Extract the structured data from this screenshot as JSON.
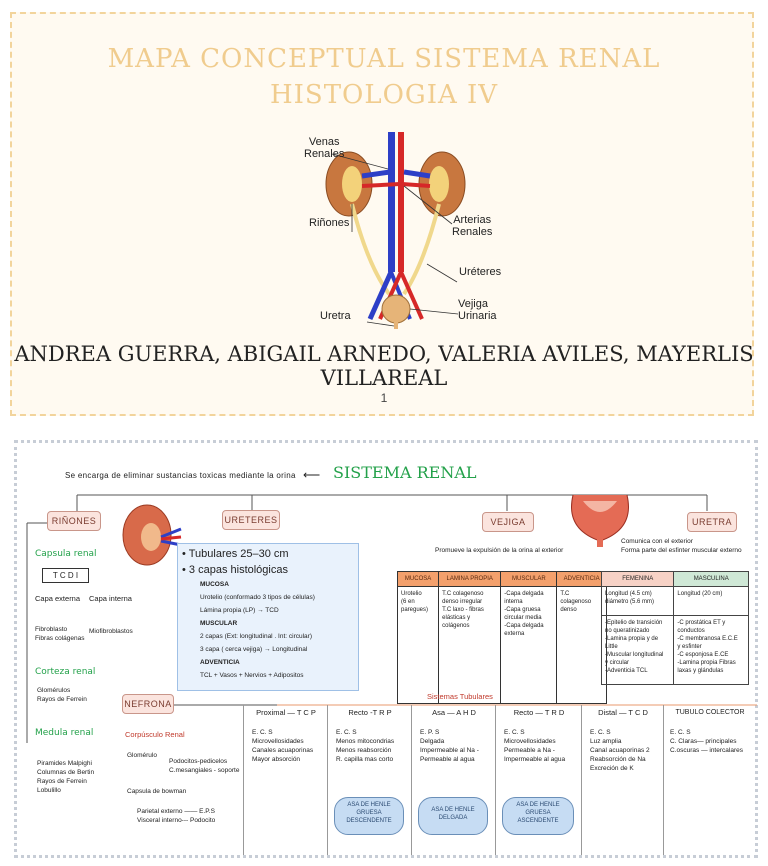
{
  "slide1": {
    "title_line1": "MAPA CONCEPTUAL SISTEMA RENAL",
    "title_line2": "HISTOLOGIA IV",
    "labels": {
      "venas": "Venas\nRenales",
      "rinones": "Riñones",
      "arterias": "Arterias\nRenales",
      "ureteres": "Uréteres",
      "vejiga": "Vejiga\nUrinaria",
      "uretra": "Uretra"
    },
    "authors": "ANDREA GUERRA, ABIGAIL ARNEDO, VALERIA AVILES, MAYERLIS VILLAREAL",
    "page_number": "1"
  },
  "slide2": {
    "subtitle": "Se encarga de eliminar sustancias toxicas mediante la orina",
    "title": "SISTEMA RENAL",
    "rinones": {
      "label": "RIÑONES",
      "capsula_title": "Capsula renal",
      "tcdi": "T C D I",
      "capa_externa": "Capa externa",
      "capa_interna": "Capa interna",
      "fibro": "Fibroblasto\nFibras colágenas",
      "mio": "Miofibroblastos",
      "corteza_title": "Corteza renal",
      "corteza_items": "Glomérulos\nRayos de Ferrein",
      "medula_title": "Medula renal",
      "medula_items": "Piramides Malpighi\nColumnas de Bertin\nRayos de Ferrein\nLobulillo"
    },
    "ureteres": {
      "label": "URETERES",
      "b1": "Tubulares 25–30 cm",
      "b2": "3 capas histológicas",
      "items": [
        "MUCOSA",
        "Urotelio (conformado 3 tipos de células)",
        "Lámina propia (LP) → TCD",
        "MUSCULAR",
        "2 capas (Ext: longitudinal . Int: circular)",
        "3 capa ( cerca vejiga) → Longitudinal",
        "ADVENTICIA",
        "TCL + Vasos + Nervios + Adipositos"
      ]
    },
    "vejiga": {
      "label": "VEJIGA",
      "desc": "Promueve la expulsión de la orina al exterior",
      "headers": [
        "MUCOSA",
        "LAMINA PROPIA",
        "MUSCULAR",
        "ADVENTICIA"
      ],
      "cells": [
        "Urotelio\n(6 en\nparegues)",
        "T.C colagenoso\ndenso irregular\nT.C laxo - fibras\nelásticas y\ncolágenos",
        "-Capa delgada\ninterna\n-Capa gruesa\ncircular media\n-Capa delgada\nexterna",
        "T.C\ncolagenoso\ndenso"
      ]
    },
    "uretra": {
      "label": "URETRA",
      "desc": "Comunica con el exterior\nForma parte del esfinter muscular externo",
      "headers": [
        "FEMENINA",
        "MASCULINA"
      ],
      "row1": [
        "Longitud (4.5 cm)\ndiámetro (5.6 mm)",
        "Longitud (20 cm)"
      ],
      "row2": [
        "-Epitelio de transición\nno queratinizado\n-Lamina propia y de\nLittle\n-Muscular longitudinal\ny circular\n-Adventicia TCL",
        "-C prostática ET y\nconductos\n-C membranosa E.C.E\ny esfinter\n-C esponjosa E.CE\n-Lamina propia Fibras\nlaxas y glándulas"
      ]
    },
    "nefrona": {
      "label": "NEFRONA",
      "corpusculo": "Corpúsculo Renal",
      "glomerulo": "Glomérulo",
      "glom_items": "Podocitos-pedicelos\nC.mesangiales - soporte",
      "capsula": "Capsula de bowman",
      "capsula_items": "Parietal externo —— E.P.S\nVisceral interno--- Podocito"
    },
    "tubulares": {
      "title": "Sistemas Tubulares",
      "cols": [
        {
          "head": "Proximal — T C P",
          "body": "E. C. S\nMicrovellosidades\nCanales acuaporinas\nMayor absorción"
        },
        {
          "head": "Recto -T R P",
          "body": "E. C. S\nMenos mitocondrias\nMenos reabsorción\nR. capilla mas corto",
          "pill": "ASA DE HENLE\nGRUESA\nDESCENDENTE"
        },
        {
          "head": "Asa — A H D",
          "body": "E. P. S\nDelgada\nImpermeable al Na -\nPermeable al agua",
          "pill": "ASA DE HENLE\nDELGADA"
        },
        {
          "head": "Recto — T R D",
          "body": "E. C. S\nMicrovellosidades\nPermeable a Na -\nImpermeable al agua",
          "pill": "ASA DE HENLE\nGRUESA\nASCENDENTE"
        },
        {
          "head": "Distal — T C D",
          "body": "E. C. S\nLuz amplia\nCanal acuaporinas 2\nReabsorción de Na\nExcreción de K"
        },
        {
          "head": "TUBULO COLECTOR",
          "body": "E. C. S\nC. Claras— principales\nC.oscuras — intercalares"
        }
      ]
    }
  }
}
